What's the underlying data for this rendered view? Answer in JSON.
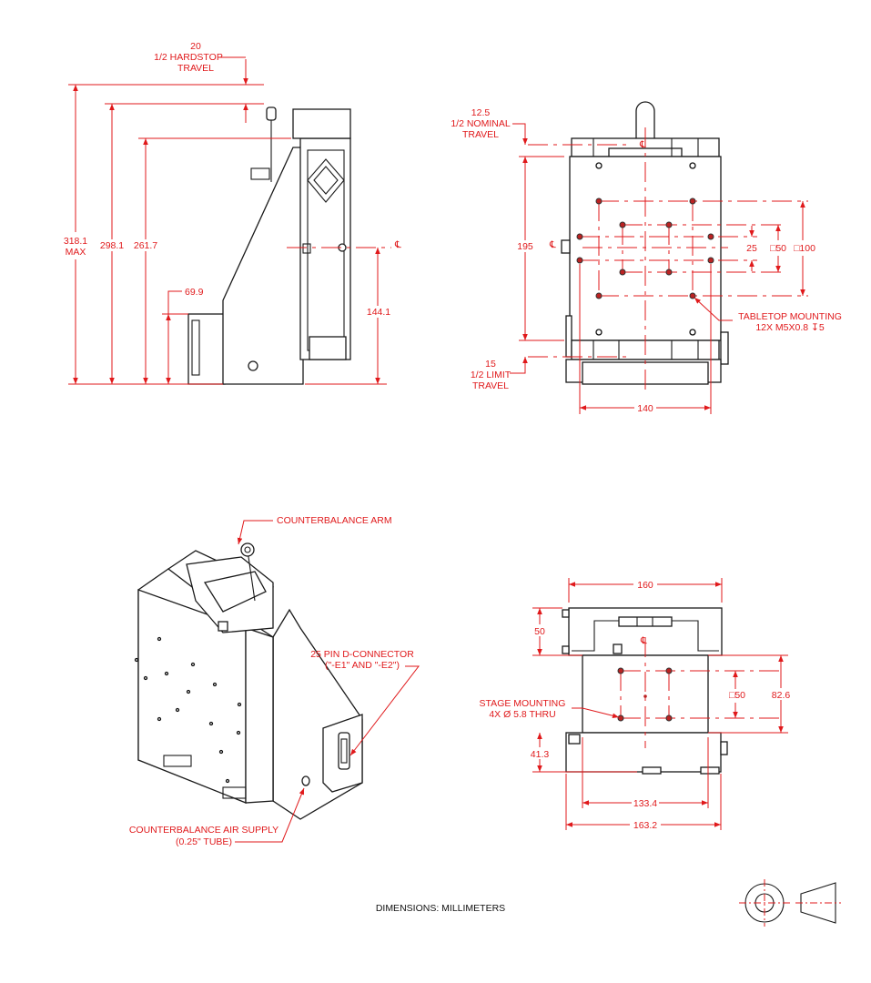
{
  "side_view": {
    "hardstop": [
      "20",
      "1/2 HARDSTOP",
      "TRAVEL"
    ],
    "dim_max": [
      "318.1",
      "MAX"
    ],
    "dim_298": "298.1",
    "dim_261": "261.7",
    "dim_69": "69.9",
    "dim_144": "144.1",
    "centerline": "℄"
  },
  "front_view": {
    "nominal": [
      "12.5",
      "1/2 NOMINAL",
      "TRAVEL"
    ],
    "dim_195": "195",
    "limit": [
      "15",
      "1/2 LIMIT",
      "TRAVEL"
    ],
    "dim_140": "140",
    "dim_25": "25",
    "dim_sq50": "□50",
    "dim_sq100": "□100",
    "tabletop": [
      "TABLETOP MOUNTING",
      "12X M5X0.8 ↧5"
    ],
    "centerline": "℄"
  },
  "iso_view": {
    "arm": "COUNTERBALANCE ARM",
    "connector": [
      "25 PIN D-CONNECTOR",
      "(\"-E1\" AND \"-E2\")"
    ],
    "air": [
      "COUNTERBALANCE AIR SUPPLY",
      "(0.25\" TUBE)"
    ]
  },
  "top_view": {
    "dim_160": "160",
    "dim_50": "50",
    "dim_82": "82.6",
    "dim_sq50": "□50",
    "dim_41": "41.3",
    "dim_133": "133.4",
    "dim_163": "163.2",
    "stage": [
      "STAGE MOUNTING",
      "4X Ø 5.8 THRU"
    ],
    "centerline": "℄"
  },
  "footer": {
    "units": "DIMENSIONS:  MILLIMETERS"
  },
  "colors": {
    "dimension": "#e0191b",
    "outline": "#1a1a1a"
  }
}
